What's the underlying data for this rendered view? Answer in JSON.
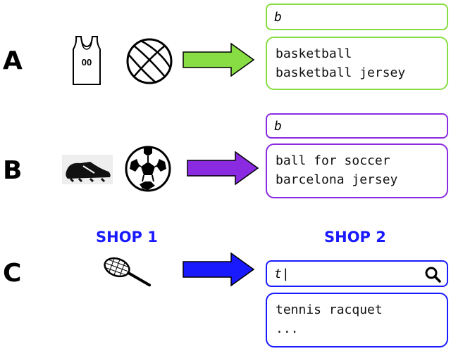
{
  "rows": [
    {
      "letter": "A",
      "color": "#88dd44",
      "query": "b",
      "suggestions": [
        "basketball",
        "basketball jersey"
      ],
      "icons": [
        "basketball-jersey-icon",
        "basketball-icon"
      ]
    },
    {
      "letter": "B",
      "color": "#8a2be2",
      "query": "b",
      "suggestions": [
        "ball for soccer",
        "barcelona jersey"
      ],
      "icons": [
        "soccer-cleat-icon",
        "soccer-ball-icon"
      ]
    },
    {
      "letter": "C",
      "color": "#1a1aff",
      "query": "t|",
      "suggestions": [
        "tennis racquet",
        "..."
      ],
      "icons": [
        "tennis-racquet-icon",
        "search-icon"
      ]
    }
  ],
  "shops": {
    "left": "SHOP 1",
    "right": "SHOP 2"
  }
}
